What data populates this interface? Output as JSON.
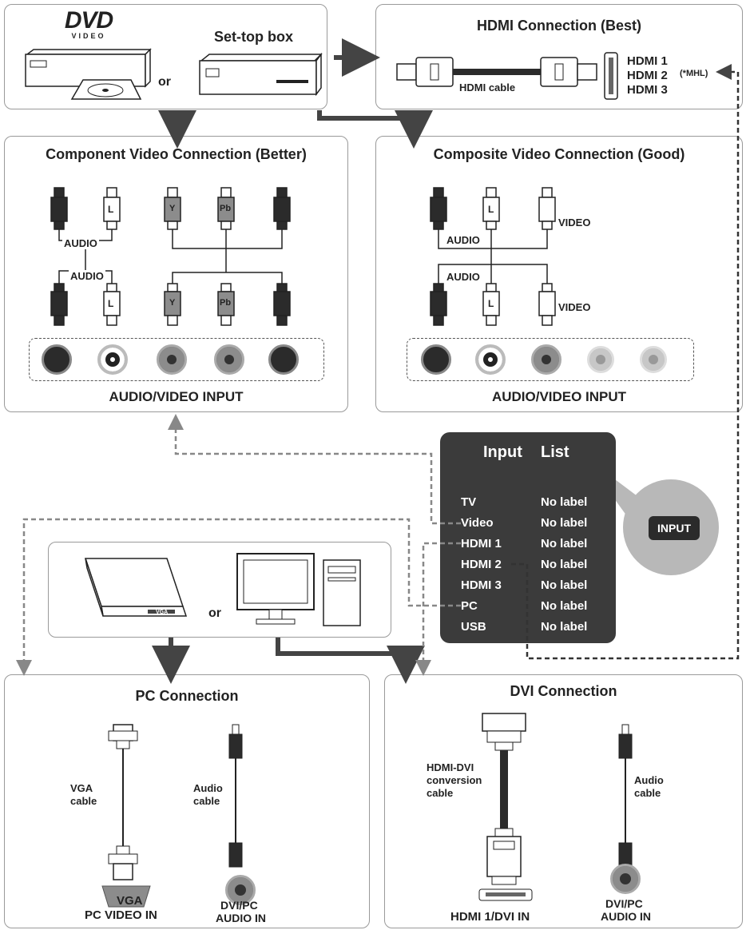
{
  "source_panel": {
    "dvd_logo": "DVD",
    "dvd_sub": "VIDEO",
    "or": "or",
    "settop_label": "Set-top box"
  },
  "hdmi_panel": {
    "title": "HDMI Connection (Best)",
    "cable_label": "HDMI cable",
    "ports": [
      "HDMI 1",
      "HDMI 2",
      "HDMI 3"
    ],
    "mhl_note": "(*MHL)"
  },
  "component_panel": {
    "title": "Component Video Connection (Better)",
    "audio_label_top": "AUDIO",
    "audio_label_bottom": "AUDIO",
    "plug_L": "L",
    "plug_Y": "Y",
    "plug_Pb": "Pb",
    "caption": "AUDIO/VIDEO INPUT"
  },
  "composite_panel": {
    "title": "Composite Video Connection (Good)",
    "audio_label_top": "AUDIO",
    "audio_label_bottom": "AUDIO",
    "video_label_top": "VIDEO",
    "video_label_bottom": "VIDEO",
    "plug_L": "L",
    "caption": "AUDIO/VIDEO  INPUT"
  },
  "input_list": {
    "title_a": "Input",
    "title_b": "List",
    "rows": [
      {
        "name": "TV",
        "label": "No label"
      },
      {
        "name": "Video",
        "label": "No label"
      },
      {
        "name": "HDMI 1",
        "label": "No label"
      },
      {
        "name": "HDMI 2",
        "label": "No label"
      },
      {
        "name": "HDMI 3",
        "label": "No label"
      },
      {
        "name": "PC",
        "label": "No label"
      },
      {
        "name": "USB",
        "label": "No label"
      }
    ],
    "button_label": "INPUT"
  },
  "pc_source": {
    "or": "or",
    "laptop_badge": "VGA"
  },
  "pc_panel": {
    "title": "PC Connection",
    "vga_cable": [
      "VGA",
      "cable"
    ],
    "audio_cable": [
      "Audio",
      "cable"
    ],
    "vga_caption": [
      "VGA",
      "PC VIDEO  IN"
    ],
    "audio_caption": [
      "DVI/PC",
      "AUDIO IN"
    ]
  },
  "dvi_panel": {
    "title": "DVI Connection",
    "conv_cable": [
      "HDMI-DVI",
      "conversion",
      "cable"
    ],
    "audio_cable": [
      "Audio",
      "cable"
    ],
    "hdmi_caption": "HDMI 1/DVI IN",
    "audio_caption": [
      "DVI/PC",
      "AUDIO IN"
    ]
  },
  "colors": {
    "dark": "#2b2b2b",
    "panel_bg": "#3b3b3b",
    "bubble": "#b8b8b8",
    "jack_gray": "#8c8c8c"
  }
}
